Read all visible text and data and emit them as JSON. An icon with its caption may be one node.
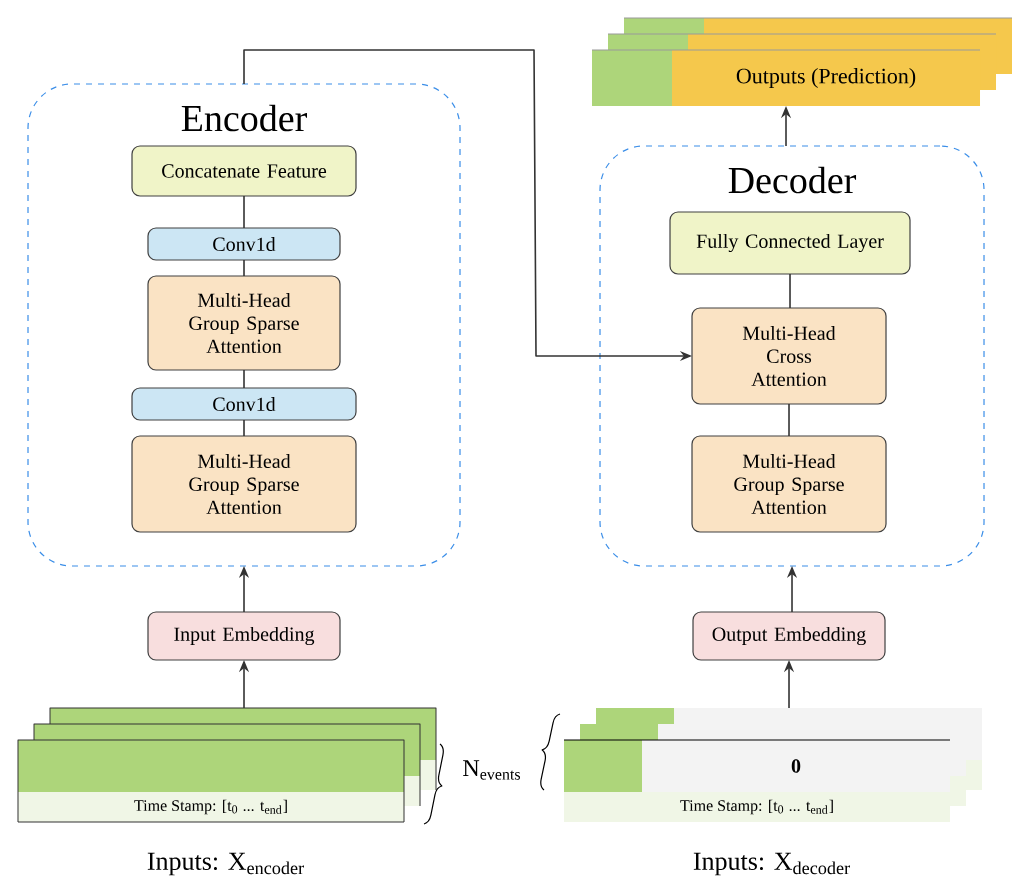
{
  "diagram": {
    "nodes": [
      {
        "text": [
          "Encoder"
        ]
      },
      {
        "text": [
          "Concatenate Feature"
        ],
        "in": 0
      },
      {
        "text": [
          "Conv1d"
        ],
        "in": 0
      },
      {
        "text": [
          "Multi-Head Group Sparse Attention"
        ],
        "in": 0
      },
      {
        "text": [
          "Conv1d"
        ],
        "in": 0
      },
      {
        "text": [
          "Multi-Head Group Sparse Attention"
        ],
        "in": 0
      },
      {
        "text": [
          "Outputs (Prediction)"
        ]
      },
      {
        "text": [
          "Decoder"
        ]
      },
      {
        "text": [
          "Fully Connected Layer"
        ],
        "in": 7
      },
      {
        "text": [
          "Multi-Head Cross Attention"
        ],
        "in": 7
      },
      {
        "text": [
          "Multi-Head Group Sparse Attention"
        ],
        "in": 7
      },
      {
        "text": [
          "Input Embedding"
        ]
      },
      {
        "text": [
          "Output Embedding"
        ]
      },
      {
        "text": [
          "Time Stamp: [t$_{0}$ ... t$_{end}$]"
        ],
        "beside": [
          "Inputs: X$_{encoder}$"
        ]
      },
      {
        "text": [
          "0",
          "Time Stamp: [t$_{0}$ ... t$_{end}$]"
        ],
        "beside": [
          "Inputs: X$_{decoder}$"
        ]
      }
    ],
    "edges": [
      {
        "from": 1,
        "to": 2,
        "arrow": "none"
      },
      {
        "from": 2,
        "to": 3,
        "arrow": "none"
      },
      {
        "from": 3,
        "to": 4,
        "arrow": "none"
      },
      {
        "from": 4,
        "to": 5,
        "arrow": "none"
      },
      {
        "from": 8,
        "to": 9,
        "arrow": "none"
      },
      {
        "from": 9,
        "to": 10,
        "arrow": "none"
      },
      {
        "from": 0,
        "to": 9,
        "arrow": "to"
      },
      {
        "from": 7,
        "to": 6,
        "arrow": "to"
      },
      {
        "from": 11,
        "to": 0,
        "arrow": "to"
      },
      {
        "from": 12,
        "to": 7,
        "arrow": "to"
      },
      {
        "from": 13,
        "to": 11,
        "arrow": "to"
      },
      {
        "from": 14,
        "to": 12,
        "arrow": "to"
      }
    ],
    "labels": [
      "N$_{events}$"
    ]
  }
}
